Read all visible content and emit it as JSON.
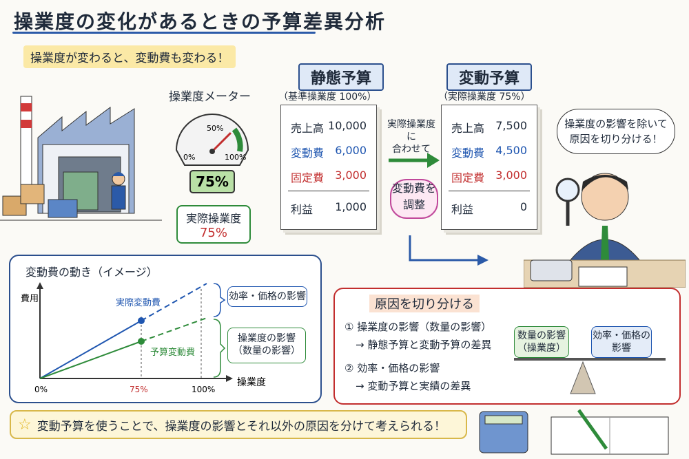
{
  "title": "操業度の変化があるときの予算差異分析",
  "subtitle": "操業度が変わると、変動費も変わる！",
  "meter": {
    "label": "操業度メーター",
    "tick_0": "0%",
    "tick_50": "50%",
    "tick_100": "100%",
    "readout": "75%",
    "level": 0.75,
    "actual_label": "実際操業度",
    "actual_value": "75%"
  },
  "static_budget": {
    "title": "静態予算",
    "subtitle": "（基準操業度 100%）",
    "rows": [
      {
        "label": "売上高",
        "value": "10,000"
      },
      {
        "label": "変動費",
        "value": "6,000"
      },
      {
        "label": "固定費",
        "value": "3,000"
      },
      {
        "label": "利益",
        "value": "1,000"
      }
    ]
  },
  "flexible_budget": {
    "title": "変動予算",
    "subtitle": "（実際操業度 75%）",
    "rows": [
      {
        "label": "売上高",
        "value": "7,500"
      },
      {
        "label": "変動費",
        "value": "4,500"
      },
      {
        "label": "固定費",
        "value": "3,000"
      },
      {
        "label": "利益",
        "value": "0"
      }
    ]
  },
  "arrow_note": {
    "line1": "実際操業度に",
    "line2": "合わせて"
  },
  "adjust_bubble": {
    "line1": "変動費を",
    "line2": "調整"
  },
  "speech_bubble": {
    "line1": "操業度の影響を除いて",
    "line2": "原因を切り分ける！"
  },
  "graph": {
    "title": "変動費の動き（イメージ）",
    "ylabel": "費用",
    "xlabel": "操業度",
    "tick_0": "0%",
    "tick_75": "75%",
    "tick_100": "100%",
    "actual_label": "実際変動費",
    "budget_label": "予算変動費",
    "efficiency_note": "効率・価格の影響",
    "volume_note_1": "操業度の影響",
    "volume_note_2": "（数量の影響）"
  },
  "causes": {
    "title": "原因を切り分ける",
    "item1_title": "① 操業度の影響（数量の影響）",
    "item1_detail": "→ 静態予算と変動予算の差異",
    "item2_title": "② 効率・価格の影響",
    "item2_detail": "→ 変動予算と実績の差異",
    "scale_left_1": "数量の影響",
    "scale_left_2": "（操業度）",
    "scale_right_1": "効率・価格の",
    "scale_right_2": "影響"
  },
  "footer": "変動予算を使うことで、操業度の影響とそれ以外の原因を分けて考えられる！",
  "colors": {
    "blue": "#1f56b0",
    "red": "#c22e2e",
    "green": "#2e8b3a",
    "yellow": "#fbe9a6"
  }
}
